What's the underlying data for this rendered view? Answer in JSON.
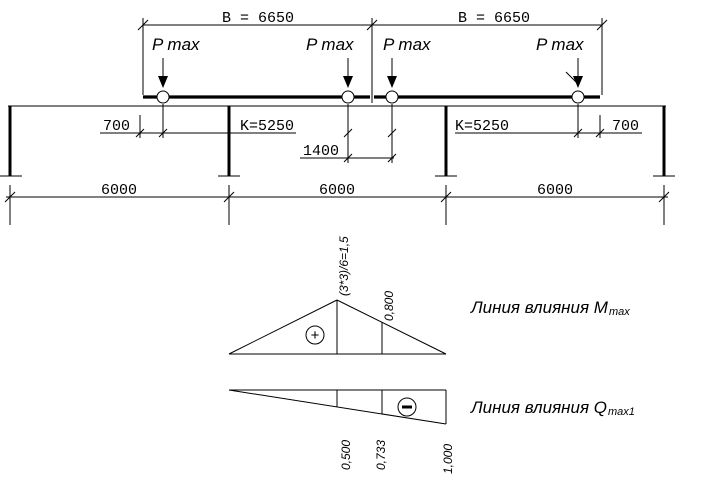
{
  "top_dims": {
    "b_left": "B = 6650",
    "b_right": "B = 6650"
  },
  "loads": [
    "P max",
    "P max",
    "P max",
    "P max"
  ],
  "inner_dims": {
    "left_700": "700",
    "k_left": "K=5250",
    "gap_1400": "1400",
    "k_right": "K=5250",
    "right_700": "700"
  },
  "span_dims": [
    "6000",
    "6000",
    "6000"
  ],
  "moment_line": {
    "peak_label": "(3*3)/6=1,5",
    "ordinate_label": "0,800",
    "sign": "+",
    "caption_main": "Линия влияния  M",
    "caption_sub": "max"
  },
  "shear_line": {
    "ordinates": [
      "0,500",
      "0,733",
      "1,000"
    ],
    "sign": "−",
    "caption_main": "Линия влияния  Q",
    "caption_sub": "max1"
  }
}
